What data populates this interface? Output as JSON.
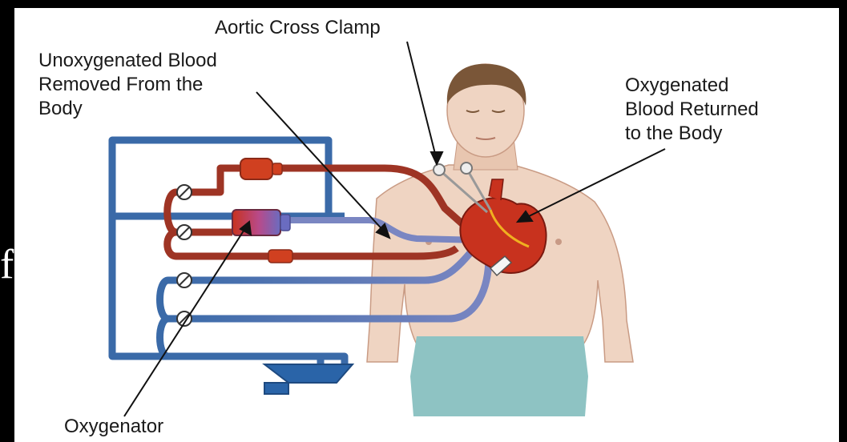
{
  "labels": {
    "aortic_clamp": "Aortic Cross Clamp",
    "unoxygenated": [
      "Unoxygenated Blood",
      "Removed From the",
      "Body"
    ],
    "oxygenated": [
      "Oxygenated",
      "Blood Returned",
      "to the Body"
    ],
    "oxygenator": "Oxygenator"
  },
  "edge_glyph": "f",
  "colors": {
    "background": "#000000",
    "panel": "#ffffff",
    "venous_tube": "#3a6aa8",
    "arterial_tube": "#9e3424",
    "skin": "#efd4c2",
    "pants": "#8ec3c3",
    "pump_red": "#d04020",
    "reservoir_blue": "#2a64a8"
  },
  "icons": [
    "roller-pump-icon",
    "oxygenator-icon",
    "reservoir-icon",
    "heart-icon",
    "clamp-icon"
  ]
}
